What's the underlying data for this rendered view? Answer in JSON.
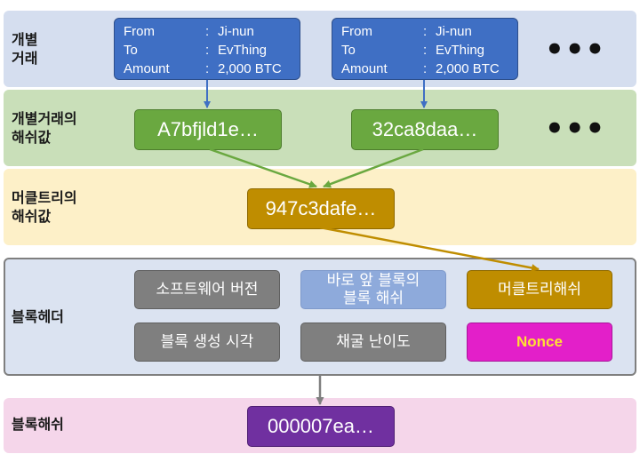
{
  "labels": {
    "individual_tx": [
      "개별",
      "거래"
    ],
    "tx_hash": [
      "개별거래의",
      "해쉬값"
    ],
    "merkle_hash": [
      "머클트리의",
      "해쉬값"
    ],
    "block_header": "블록헤더",
    "block_hash": "블록해쉬"
  },
  "transactions": [
    {
      "from_key": "From",
      "from_value": "Ji-nun",
      "to_key": "To",
      "to_value": "EvThing",
      "amount_key": "Amount",
      "amount_value": "2,000 BTC"
    },
    {
      "from_key": "From",
      "from_value": "Ji-nun",
      "to_key": "To",
      "to_value": "EvThing",
      "amount_key": "Amount",
      "amount_value": "2,000 BTC"
    }
  ],
  "ellipsis": "•••",
  "colon": ":",
  "tx_hashes": [
    "A7bfjld1e…",
    "32ca8daa…"
  ],
  "merkle_root": "947c3dafe…",
  "header_fields": {
    "software_version": "소프트웨어 버전",
    "prev_block_hash": [
      "바로 앞 블록의",
      "블록 해쉬"
    ],
    "merkle_hash": "머클트리해쉬",
    "timestamp": "블록 생성 시각",
    "difficulty": "채굴 난이도",
    "nonce": "Nonce"
  },
  "block_hash_value": "000007ea…",
  "colors": {
    "tx_blue": "#3f6fc4",
    "hash_green": "#6aa840",
    "merkle_gold": "#bf8d00",
    "nonce_magenta": "#e31fc9",
    "block_purple": "#7030a0"
  }
}
